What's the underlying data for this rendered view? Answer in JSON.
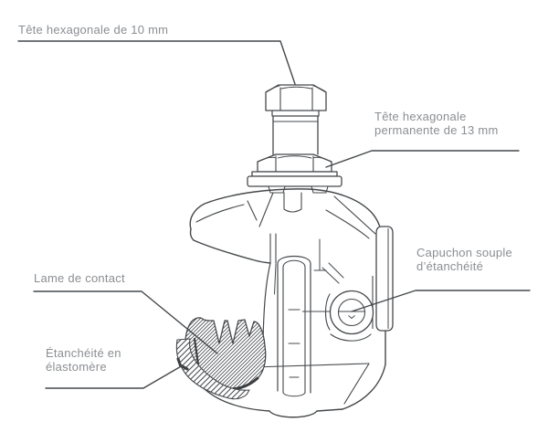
{
  "theme": {
    "background": "#ffffff",
    "line_color": "#45484b",
    "label_color": "#8b8e92",
    "hatch_color": "#4a4e52"
  },
  "labels": {
    "head10": {
      "text": "Tête hexagonale de 10 mm"
    },
    "head13": {
      "line1": "Tête hexagonale",
      "line2": "permanente de 13 mm"
    },
    "cap": {
      "line1": "Capuchon souple",
      "line2": "d’étanchéité"
    },
    "blade": {
      "text": "Lame de contact"
    },
    "seal": {
      "line1": "Étanchéité en",
      "line2": "élastomère"
    }
  }
}
